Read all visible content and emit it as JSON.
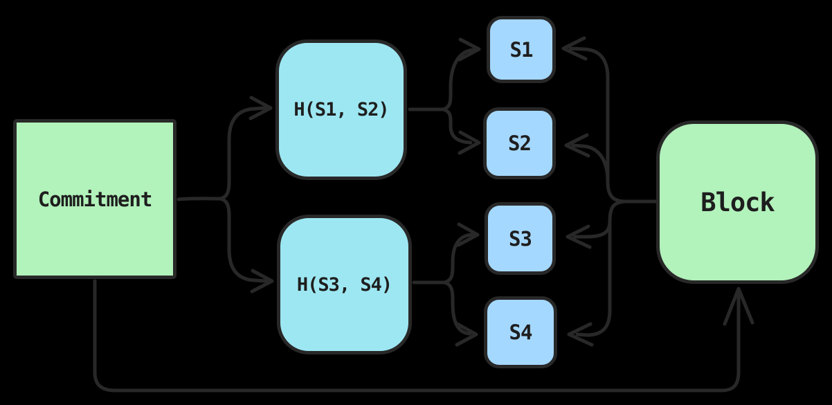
{
  "diagram": {
    "description": "Merkle-tree style commitment diagram: a Commitment hashes pairs of block segments; segments S1-S4 come from the Block; the Commitment verifies the Block.",
    "nodes": {
      "commitment": {
        "label": "Commitment",
        "fill": "#b2f2bb",
        "shape": "rectangle"
      },
      "hash12": {
        "label": "H(S1, S2)",
        "fill": "#9de7f2",
        "shape": "rounded"
      },
      "hash34": {
        "label": "H(S3, S4)",
        "fill": "#9de7f2",
        "shape": "rounded"
      },
      "s1": {
        "label": "S1",
        "fill": "#a5d8ff",
        "shape": "rounded"
      },
      "s2": {
        "label": "S2",
        "fill": "#a5d8ff",
        "shape": "rounded"
      },
      "s3": {
        "label": "S3",
        "fill": "#a5d8ff",
        "shape": "rounded"
      },
      "s4": {
        "label": "S4",
        "fill": "#a5d8ff",
        "shape": "rounded"
      },
      "block": {
        "label": "Block",
        "fill": "#b2f2bb",
        "shape": "rounded"
      }
    },
    "edges": [
      {
        "from": "commitment",
        "to": "hash12"
      },
      {
        "from": "commitment",
        "to": "hash34"
      },
      {
        "from": "hash12",
        "to": "s1"
      },
      {
        "from": "hash12",
        "to": "s2"
      },
      {
        "from": "hash34",
        "to": "s3"
      },
      {
        "from": "hash34",
        "to": "s4"
      },
      {
        "from": "block",
        "to": "s1"
      },
      {
        "from": "block",
        "to": "s2"
      },
      {
        "from": "block",
        "to": "s3"
      },
      {
        "from": "block",
        "to": "s4"
      },
      {
        "from": "commitment",
        "to": "block"
      }
    ]
  },
  "colors": {
    "background": "#000000",
    "stroke": "#282828",
    "text": "#1e1e1e"
  }
}
